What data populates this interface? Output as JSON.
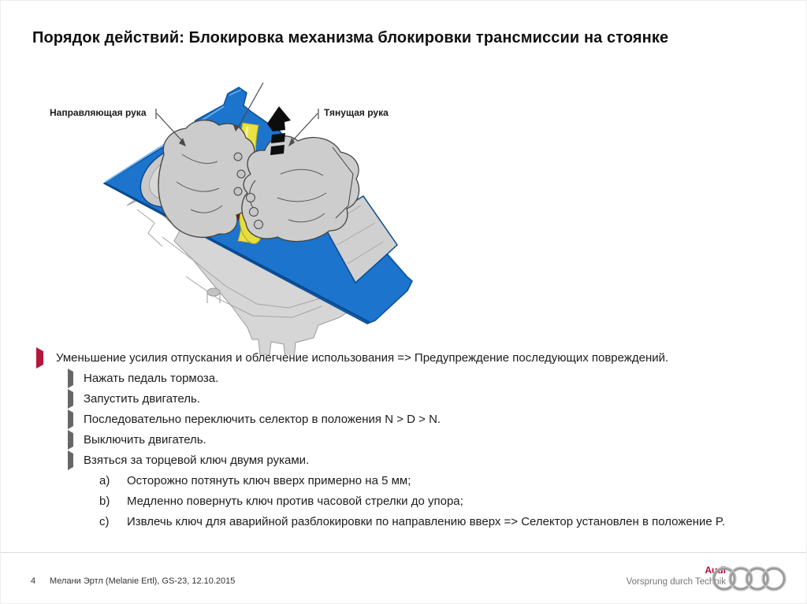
{
  "slide": {
    "title": "Порядок действий: Блокировка механизма блокировки трансмиссии на стоянке"
  },
  "figure": {
    "label_left": "Направляющая рука",
    "label_right": "Тянущая рука"
  },
  "bullets": {
    "level1": "Уменьшение усилия отпускания и облегчение использования => Предупреждение последующих повреждений.",
    "level2": [
      "Нажать педаль тормоза.",
      "Запустить двигатель.",
      "Последовательно переключить селектор в положения N > D > N.",
      "Выключить двигатель.",
      "Взяться за торцевой ключ двумя руками."
    ],
    "level3": [
      {
        "marker": "a)",
        "text": "Осторожно потянуть ключ вверх примерно на 5 мм;"
      },
      {
        "marker": "b)",
        "text": "Медленно повернуть ключ против часовой стрелки до упора;"
      },
      {
        "marker": "c)",
        "text": "Извлечь ключ для аварийной разблокировки по направлению вверх => Селектор установлен в положение P."
      }
    ]
  },
  "footer": {
    "page_number": "4",
    "credit": "Мелани Эртл (Melanie Ertl), GS-23, 12.10.2015",
    "brand_name": "Audi",
    "brand_slogan": "Vorsprung durch Technik"
  },
  "colors": {
    "accent_red": "#b5173c",
    "frame_blue": "#1c74cd",
    "key_yellow": "#eae243",
    "knob_red": "#7a150d",
    "brand_red": "#bb0a30"
  }
}
